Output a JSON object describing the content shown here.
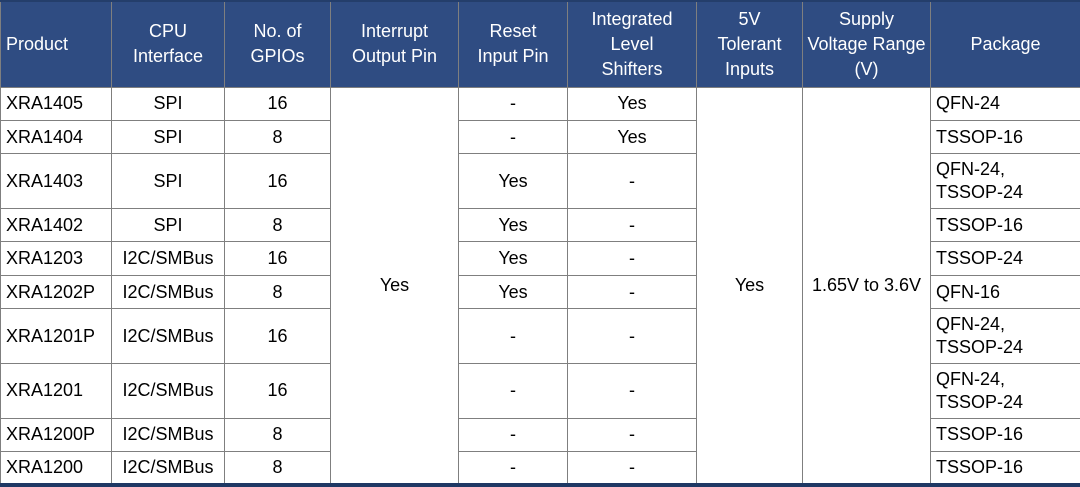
{
  "colors": {
    "header_bg": "#2f4c82",
    "header_text": "#ffffff",
    "grid_border": "#7f7f7f",
    "outer_bottom_border": "#1f3864",
    "body_text": "#000000",
    "body_bg": "#ffffff"
  },
  "table": {
    "columns": [
      {
        "id": "product",
        "label": "Product"
      },
      {
        "id": "cpu_interface",
        "label": "CPU\nInterface"
      },
      {
        "id": "gpios",
        "label": "No. of\nGPIOs"
      },
      {
        "id": "interrupt_output_pin",
        "label": "Interrupt\nOutput Pin"
      },
      {
        "id": "reset_input_pin",
        "label": "Reset\nInput Pin"
      },
      {
        "id": "integrated_level_shifters",
        "label": "Integrated\nLevel\nShifters"
      },
      {
        "id": "five_v_tolerant_inputs",
        "label": "5V\nTolerant\nInputs"
      },
      {
        "id": "supply_voltage_range",
        "label": "Supply\nVoltage Range\n(V)"
      },
      {
        "id": "package",
        "label": "Package"
      }
    ],
    "merged_cells": {
      "interrupt_output_pin": "Yes",
      "five_v_tolerant_inputs": "Yes",
      "supply_voltage_range": "1.65V to 3.6V"
    },
    "rows": [
      {
        "product": "XRA1405",
        "cpu_interface": "SPI",
        "gpios": "16",
        "reset_input_pin": "-",
        "integrated_level_shifters": "Yes",
        "package": "QFN-24"
      },
      {
        "product": "XRA1404",
        "cpu_interface": "SPI",
        "gpios": "8",
        "reset_input_pin": "-",
        "integrated_level_shifters": "Yes",
        "package": "TSSOP-16"
      },
      {
        "product": "XRA1403",
        "cpu_interface": "SPI",
        "gpios": "16",
        "reset_input_pin": "Yes",
        "integrated_level_shifters": "-",
        "package": "QFN-24,\nTSSOP-24"
      },
      {
        "product": "XRA1402",
        "cpu_interface": "SPI",
        "gpios": "8",
        "reset_input_pin": "Yes",
        "integrated_level_shifters": "-",
        "package": "TSSOP-16"
      },
      {
        "product": "XRA1203",
        "cpu_interface": "I2C/SMBus",
        "gpios": "16",
        "reset_input_pin": "Yes",
        "integrated_level_shifters": "-",
        "package": "TSSOP-24"
      },
      {
        "product": "XRA1202P",
        "cpu_interface": "I2C/SMBus",
        "gpios": "8",
        "reset_input_pin": "Yes",
        "integrated_level_shifters": "-",
        "package": "QFN-16"
      },
      {
        "product": "XRA1201P",
        "cpu_interface": "I2C/SMBus",
        "gpios": "16",
        "reset_input_pin": "-",
        "integrated_level_shifters": "-",
        "package": "QFN-24,\nTSSOP-24"
      },
      {
        "product": "XRA1201",
        "cpu_interface": "I2C/SMBus",
        "gpios": "16",
        "reset_input_pin": "-",
        "integrated_level_shifters": "-",
        "package": "QFN-24,\nTSSOP-24"
      },
      {
        "product": "XRA1200P",
        "cpu_interface": "I2C/SMBus",
        "gpios": "8",
        "reset_input_pin": "-",
        "integrated_level_shifters": "-",
        "package": "TSSOP-16"
      },
      {
        "product": "XRA1200",
        "cpu_interface": "I2C/SMBus",
        "gpios": "8",
        "reset_input_pin": "-",
        "integrated_level_shifters": "-",
        "package": "TSSOP-16"
      }
    ]
  }
}
